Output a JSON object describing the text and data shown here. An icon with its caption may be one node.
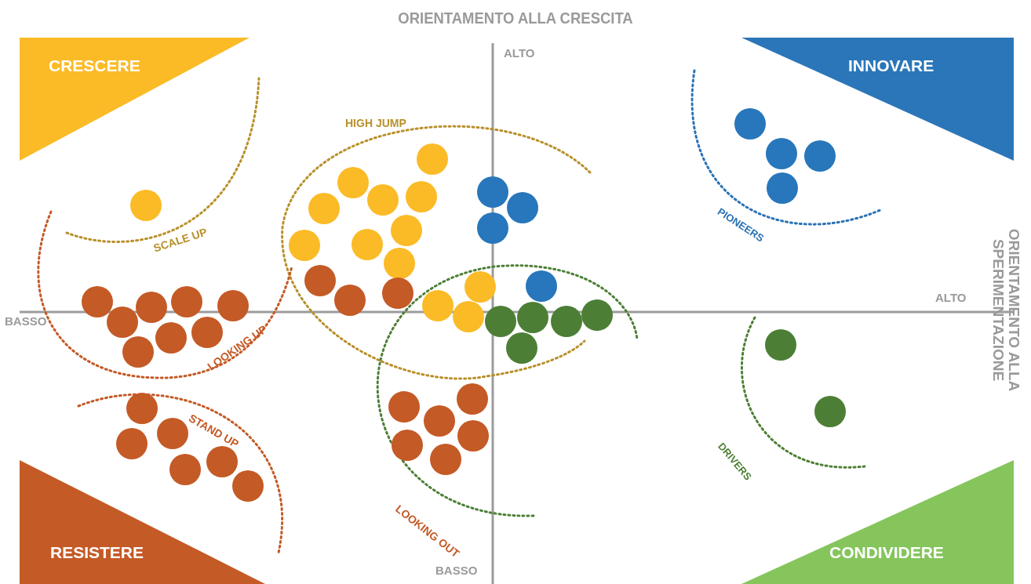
{
  "diagram": {
    "title": "ORIENTAMENTO ALLA CRESCITA",
    "nodes": [
      {
        "text": [
          "CRESCERE"
        ]
      },
      {
        "text": [
          "INNOVARE"
        ]
      },
      {
        "text": [
          "RESISTERE"
        ]
      },
      {
        "text": [
          "CONDIVIDERE"
        ]
      }
    ],
    "labels": [
      "ALTO",
      "BASSO",
      "ORIENTAMENTO ALLA SPERIMENTAZIONE",
      "ALTO",
      "BASSO",
      "HIGH JUMP",
      "SCALE UP",
      "PIONEERS",
      "LOOKING UP",
      "STAND UP",
      "LOOKING OUT",
      "DRIVERS"
    ]
  }
}
